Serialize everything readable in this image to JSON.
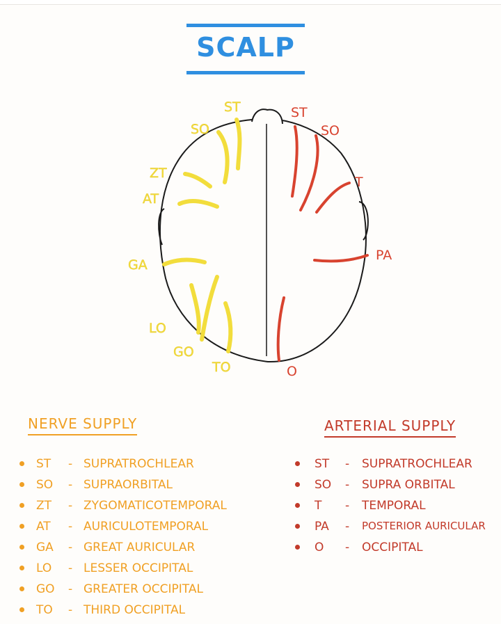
{
  "title": "SCALP",
  "diagram": {
    "nerve_labels": [
      "ST",
      "SO",
      "ZT",
      "AT",
      "GA",
      "LO",
      "GO",
      "TO"
    ],
    "artery_labels": [
      "ST",
      "SO",
      "T",
      "PA",
      "O"
    ]
  },
  "nerve_supply": {
    "heading": "NERVE SUPPLY",
    "items": [
      {
        "abbr": "ST",
        "name": "SUPRATROCHLEAR"
      },
      {
        "abbr": "SO",
        "name": "SUPRAORBITAL"
      },
      {
        "abbr": "ZT",
        "name": "ZYGOMATICOTEMPORAL"
      },
      {
        "abbr": "AT",
        "name": "AURICULOTEMPORAL"
      },
      {
        "abbr": "GA",
        "name": "GREAT AURICULAR"
      },
      {
        "abbr": "LO",
        "name": "LESSER OCCIPITAL"
      },
      {
        "abbr": "GO",
        "name": "GREATER OCCIPITAL"
      },
      {
        "abbr": "TO",
        "name": "THIRD OCCIPITAL"
      }
    ]
  },
  "arterial_supply": {
    "heading": "ARTERIAL SUPPLY",
    "items": [
      {
        "abbr": "ST",
        "name": "SUPRATROCHLEAR"
      },
      {
        "abbr": "SO",
        "name": "SUPRA ORBITAL"
      },
      {
        "abbr": "T",
        "name": "TEMPORAL"
      },
      {
        "abbr": "PA",
        "name": "POSTERIOR AURICULAR"
      },
      {
        "abbr": "O",
        "name": "OCCIPITAL"
      }
    ]
  },
  "colors": {
    "title_blue": "#2f8fe0",
    "nerve_yellow": "#f2dd3c",
    "nerve_text_orange": "#f0a024",
    "artery_red": "#d8432f"
  }
}
